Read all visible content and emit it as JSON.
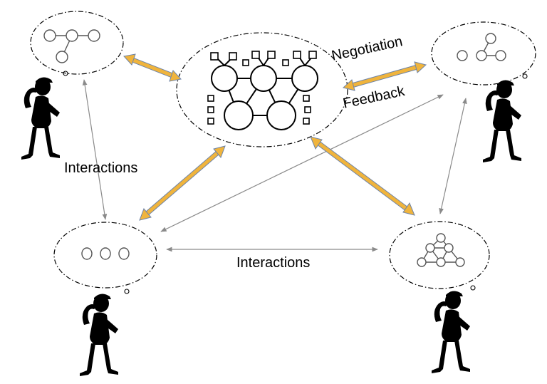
{
  "labels": {
    "interactions_left": "Interactions",
    "interactions_bottom": "Interactions",
    "negotiation": "Negotiation",
    "feedback": "Feedback"
  },
  "colors": {
    "negotiation_arrow": "#f0b43c",
    "negotiation_arrow_outline": "#6e84a8",
    "interaction_arrow": "#8a8a8a",
    "figure": "#000000"
  },
  "nodes": [
    {
      "id": "shared-model",
      "graph": "large-network"
    },
    {
      "id": "agent-top-left",
      "graph": "chain-of-four"
    },
    {
      "id": "agent-top-right",
      "graph": "three-node-branch"
    },
    {
      "id": "agent-bottom-left",
      "graph": "three-isolated-nodes"
    },
    {
      "id": "agent-bottom-right",
      "graph": "two-row-network"
    }
  ]
}
